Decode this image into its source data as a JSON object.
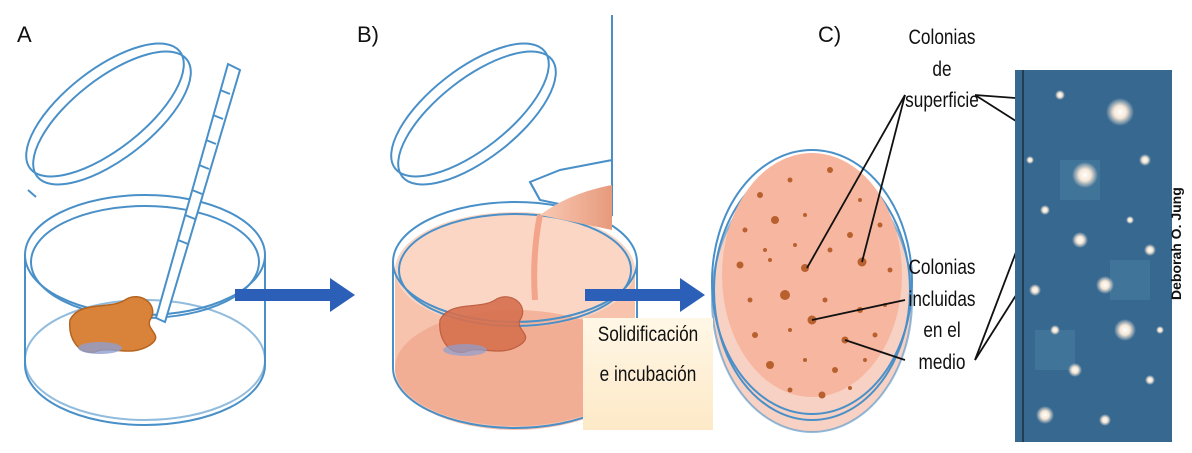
{
  "panels": {
    "a_label": "A",
    "b_label": "B)",
    "c_label": "C)"
  },
  "step_caption": {
    "line1": "Solidificación",
    "line2": "e incubación"
  },
  "surface_colonies": {
    "line1": "Colonias",
    "line2": "de",
    "line3": "superficie"
  },
  "embedded_colonies": {
    "line1": "Colonias",
    "line2": "incluidas",
    "line3": "en el",
    "line4": "medio"
  },
  "photo_credit": "Deborah O. Jung",
  "colors": {
    "dish_outline": "#4a90c8",
    "arrow": "#2b5fb8",
    "sample": "#d9823a",
    "agar": "#f4b8a0",
    "colony": "#b8612e",
    "photo_bg": "#3d6f98"
  }
}
